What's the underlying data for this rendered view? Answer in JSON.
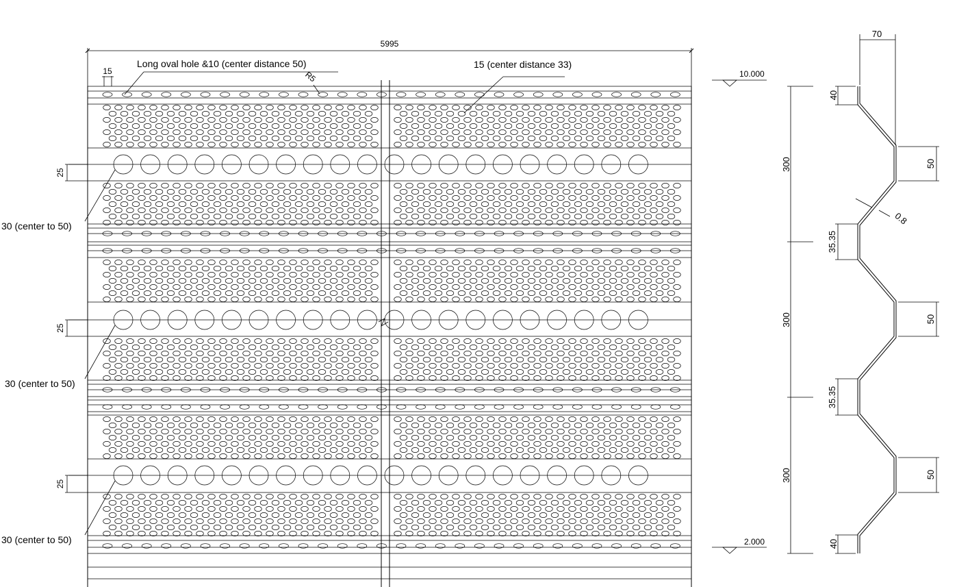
{
  "annotations": {
    "total_width": "5995",
    "oval_hole": "Long oval hole &10 (center distance 50)",
    "small_hole": "15 (center distance 33)",
    "hole_width": "15",
    "radius": "R5",
    "big_hole": "30 (center to 50)",
    "big_hole_gap": "25",
    "level_top": "10.000",
    "level_bottom": "2.000"
  },
  "profile": {
    "top_width": "70",
    "seg_height": "300",
    "end_height": "40",
    "flat": "50",
    "thickness": "0.8",
    "splice": "35.35"
  },
  "panels": [
    {
      "band": 1
    },
    {
      "band": 2
    },
    {
      "band": 3
    }
  ]
}
